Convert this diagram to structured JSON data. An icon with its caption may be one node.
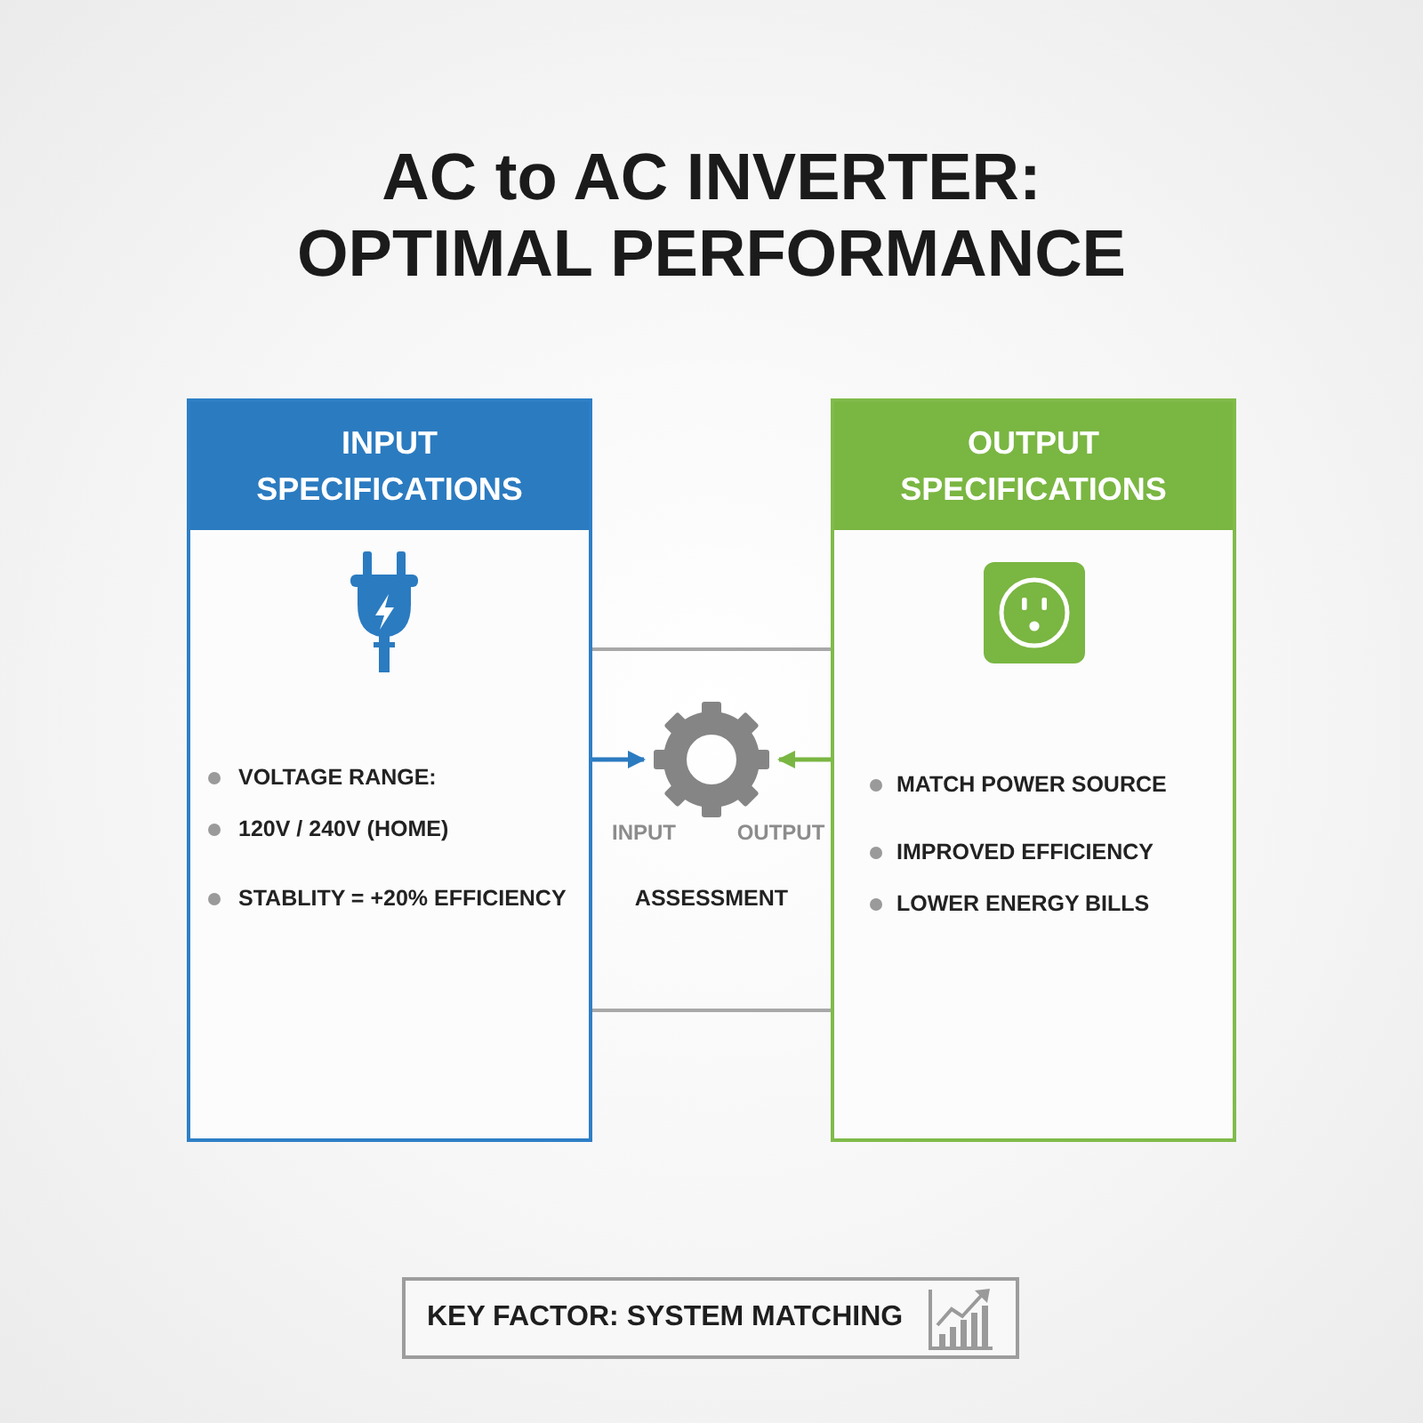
{
  "diagram": {
    "title": "AC to AC INVERTER: OPTIMAL PERFORMANCE",
    "nodes": [
      {
        "text": [
          "INPUT SPECIFICATIONS",
          "VOLTAGE RANGE:",
          "120V / 240V (HOME)",
          "STABLITY = +20% EFFICIENCY"
        ]
      },
      {
        "text": [
          "ASSESSMENT"
        ]
      },
      {
        "text": [],
        "shape": "picture",
        "in": 1,
        "beside": [
          "INPUT",
          "OUTPUT"
        ]
      },
      {
        "text": [
          "OUTPUT SPECIFICATIONS",
          "MATCH POWER SOURCE",
          "IMPROVED EFFICIENCY",
          "LOWER ENERGY BILLS"
        ]
      },
      {
        "text": [
          "KEY FACTOR: SYSTEM MATCHING"
        ]
      }
    ],
    "edges": [
      {
        "from": 0,
        "to": 2,
        "arrow": "to",
        "color": "#2b7bc0"
      },
      {
        "from": 3,
        "to": 2,
        "arrow": "to",
        "color": "#7ab642"
      }
    ]
  }
}
